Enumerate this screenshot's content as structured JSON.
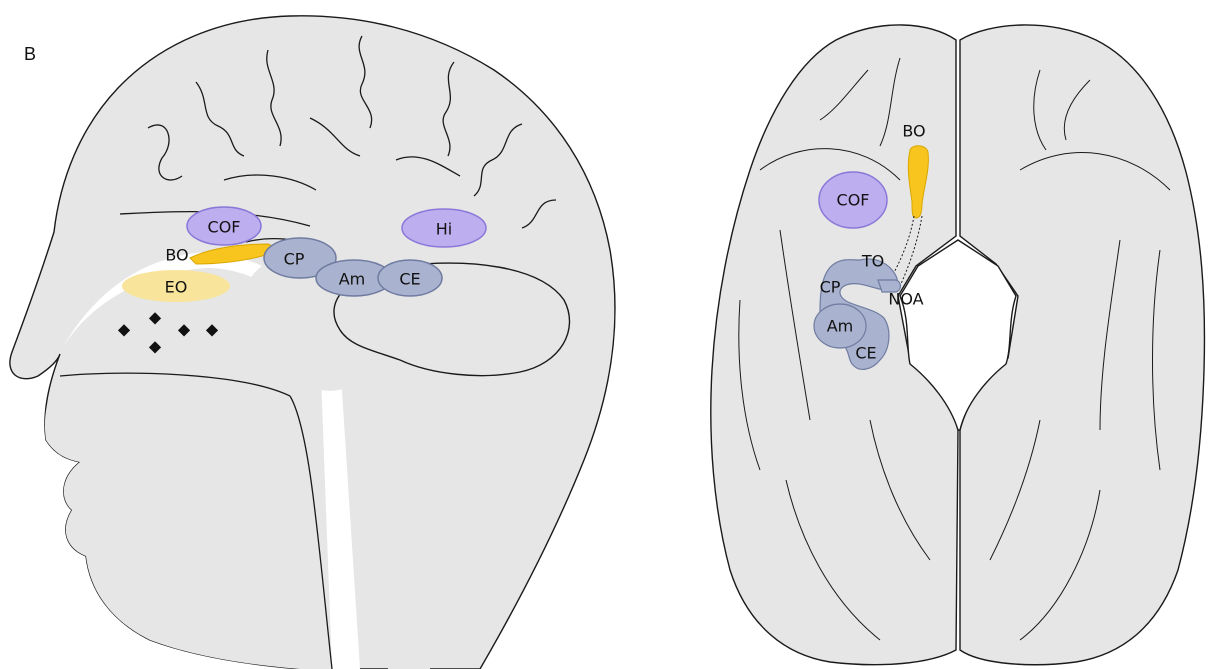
{
  "panel_label": "B",
  "colors": {
    "tissue": "#e6e6e6",
    "outline": "#1a1a1a",
    "purple_fill": "#bdaef0",
    "purple_stroke": "#8a78d8",
    "blue_fill": "#a9b3cf",
    "blue_stroke": "#6f7ba0",
    "yellow": "#f7c51e",
    "pale_yellow": "#f8e49a",
    "marker": "#000000"
  },
  "sagittal_view": {
    "labels": {
      "cof": "COF",
      "hi": "Hi",
      "bo": "BO",
      "eo": "EO",
      "cp": "CP",
      "am": "Am",
      "ce": "CE"
    },
    "marker_glyph": "◆"
  },
  "ventral_view": {
    "labels": {
      "bo": "BO",
      "cof": "COF",
      "to": "TO",
      "cp": "CP",
      "noa": "NOA",
      "am": "Am",
      "ce": "CE"
    }
  }
}
